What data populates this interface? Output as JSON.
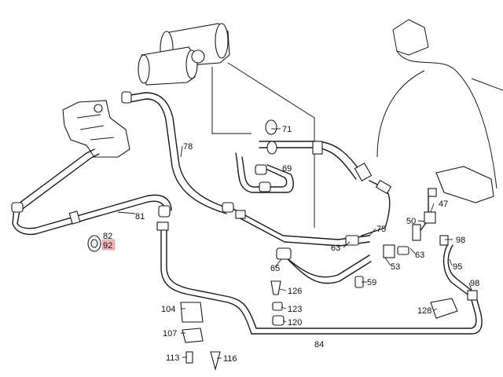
{
  "diagram": {
    "highlight_color": "#f3b6b6",
    "callouts": [
      {
        "id": "c71",
        "text": "71"
      },
      {
        "id": "c78",
        "text": "78"
      },
      {
        "id": "c69",
        "text": "69"
      },
      {
        "id": "c81",
        "text": "81"
      },
      {
        "id": "c82",
        "text": "82"
      },
      {
        "id": "c92",
        "text": "92",
        "highlighted": true
      },
      {
        "id": "c75",
        "text": "75"
      },
      {
        "id": "c47",
        "text": "47"
      },
      {
        "id": "c50",
        "text": "50"
      },
      {
        "id": "c63a",
        "text": "63"
      },
      {
        "id": "c63b",
        "text": "63"
      },
      {
        "id": "c98a",
        "text": "98"
      },
      {
        "id": "c65",
        "text": "65"
      },
      {
        "id": "c53",
        "text": "53"
      },
      {
        "id": "c95",
        "text": "95"
      },
      {
        "id": "c59",
        "text": "59"
      },
      {
        "id": "c98b",
        "text": "98"
      },
      {
        "id": "c126",
        "text": "126"
      },
      {
        "id": "c123",
        "text": "123"
      },
      {
        "id": "c120",
        "text": "120"
      },
      {
        "id": "c104",
        "text": "104"
      },
      {
        "id": "c128",
        "text": "128"
      },
      {
        "id": "c107",
        "text": "107"
      },
      {
        "id": "c84",
        "text": "84"
      },
      {
        "id": "c113",
        "text": "113"
      },
      {
        "id": "c116",
        "text": "116"
      }
    ]
  }
}
